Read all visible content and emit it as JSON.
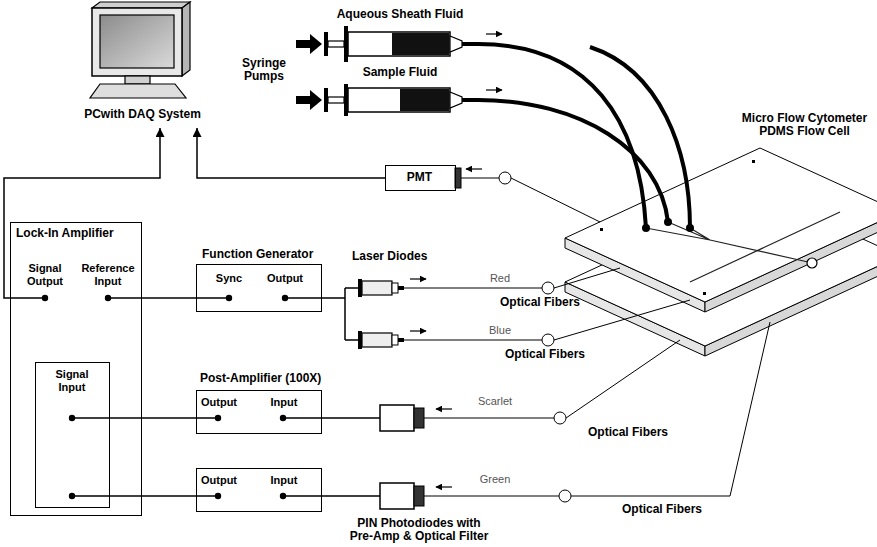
{
  "diagram": {
    "nodes": [
      {
        "text": [
          "PCwith DAQ System"
        ]
      },
      {
        "text": [
          "PMT"
        ]
      },
      {
        "text": [
          "Lock-In Amplifier",
          "Signal Output",
          "Reference Input"
        ]
      },
      {
        "text": [
          "Signal Input"
        ],
        "in": 2
      },
      {
        "text": [
          "Function Generator",
          "Sync",
          "Output"
        ]
      },
      {
        "text": [
          "Output",
          "Input"
        ]
      },
      {
        "text": [
          "Output",
          "Input"
        ]
      }
    ],
    "edges": [
      {
        "from": 2,
        "to": 0,
        "arrow": "to"
      },
      {
        "from": 1,
        "to": 0,
        "arrow": "to"
      },
      {
        "from": 4,
        "to": 2,
        "arrow": "none"
      },
      {
        "from": 5,
        "to": 3,
        "arrow": "none"
      },
      {
        "from": 6,
        "to": 3,
        "arrow": "none"
      }
    ],
    "labels": [
      "Aqueous Sheath Fluid",
      "Syringe Pumps",
      "Sample Fluid",
      "Micro Flow Cytometer PDMS Flow Cell",
      "Laser Diodes",
      "Red",
      "Optical Fibers",
      "Blue",
      "Optical Fibers",
      "Post-Amplifier (100X)",
      "Scarlet",
      "Optical Fibers",
      "Green",
      "Optical Fibers",
      "PIN Photodiodes with Pre-Amp & Optical Filter"
    ]
  }
}
